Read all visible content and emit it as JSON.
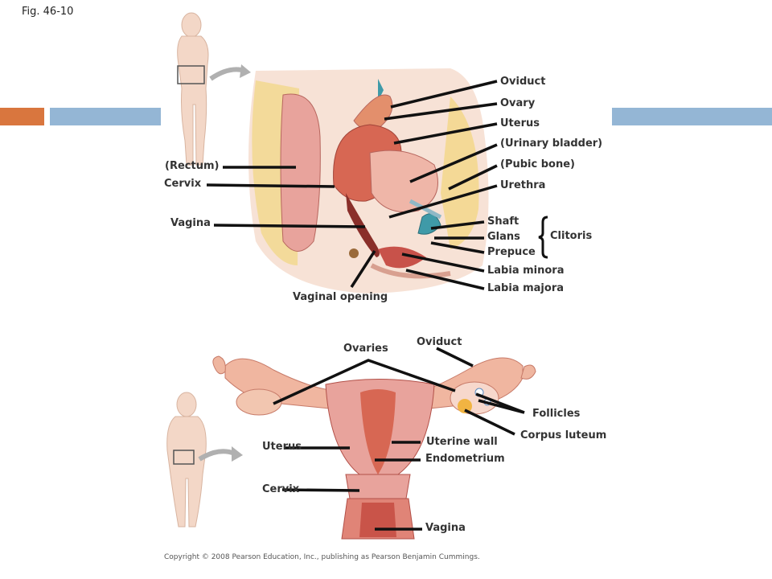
{
  "figure_label": "Fig. 46-10",
  "colors": {
    "accent_orange": "#d9763e",
    "accent_blue": "#94b6d5",
    "tissue_pink": "#e8a39c",
    "tissue_dark": "#c8524a",
    "fat_yellow": "#f1d36a",
    "silhouette": "#f3d7c7",
    "arrow_gray": "#b0b0b0",
    "leader_line": "#111111"
  },
  "top_labels": {
    "oviduct": "Oviduct",
    "ovary": "Ovary",
    "uterus": "Uterus",
    "urinary_bladder": "(Urinary bladder)",
    "pubic_bone": "(Pubic bone)",
    "urethra": "Urethra",
    "shaft": "Shaft",
    "glans": "Glans",
    "prepuce": "Prepuce",
    "clitoris": "Clitoris",
    "labia_minora": "Labia minora",
    "labia_majora": "Labia majora",
    "rectum": "(Rectum)",
    "cervix": "Cervix",
    "vagina": "Vagina",
    "vaginal_opening": "Vaginal opening"
  },
  "bottom_labels": {
    "ovaries": "Ovaries",
    "oviduct": "Oviduct",
    "follicles": "Follicles",
    "corpus_luteum": "Corpus luteum",
    "uterine_wall": "Uterine wall",
    "endometrium": "Endometrium",
    "uterus": "Uterus",
    "cervix": "Cervix",
    "vagina": "Vagina"
  },
  "copyright": "Copyright © 2008 Pearson Education, Inc., publishing as Pearson Benjamin Cummings."
}
